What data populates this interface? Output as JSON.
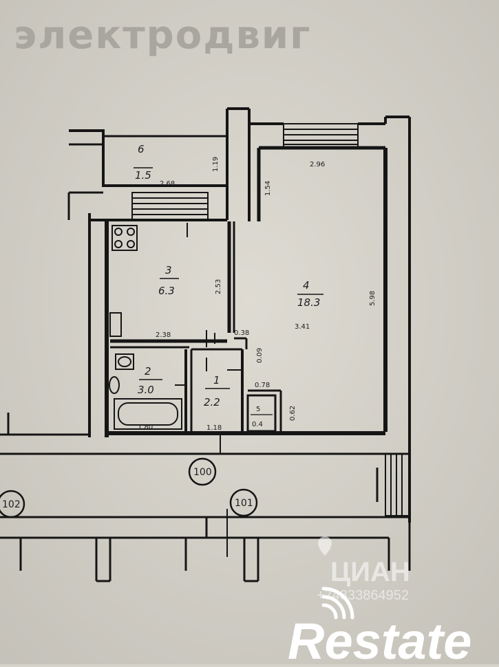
{
  "header": {
    "text": "электродвиг"
  },
  "rooms": [
    {
      "key": "balcony",
      "number": "6",
      "area": "1.5"
    },
    {
      "key": "kitchen",
      "number": "3",
      "area": "6.3"
    },
    {
      "key": "living",
      "number": "4",
      "area": "18.3"
    },
    {
      "key": "bathroom",
      "number": "2",
      "area": "3.0"
    },
    {
      "key": "hall",
      "number": "1",
      "area": "2.2"
    },
    {
      "key": "closet",
      "number": "5",
      "area": "0.4"
    }
  ],
  "dimensions": {
    "balcony_width": "2.68",
    "balcony_depth": "1.19",
    "living_top": "2.96",
    "living_side": "1.54",
    "living_height": "5.98",
    "living_inner": "3.41",
    "kitchen_height": "2.53",
    "kitchen_width": "2.38",
    "door_width": "0.38",
    "bath_width": "1.80",
    "hall_width": "1.18",
    "hall_mid": "0.78",
    "closet_height": "0.62",
    "kitchen_vent": "0.09"
  },
  "axis_labels": {
    "axis_100": "100",
    "axis_102": "102",
    "axis_101": "101"
  },
  "watermark": {
    "brand": "ЦИАН",
    "phone": "+74833864952"
  },
  "logo": {
    "text": "Restate",
    "color": "#ffffff"
  }
}
